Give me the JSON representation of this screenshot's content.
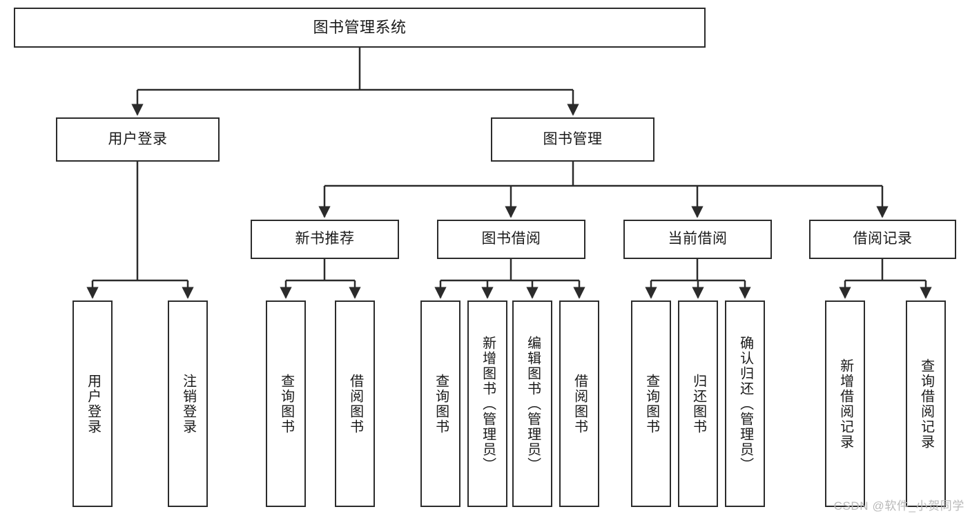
{
  "diagram": {
    "type": "tree",
    "title": "图书管理系统",
    "watermark": "CSDN @软件_小贺同学",
    "colors": {
      "stroke": "#2b2b2b",
      "fill": "#ffffff",
      "text": "#1a1a1a",
      "watermark": "#b9b9b9"
    },
    "nodes": {
      "root": {
        "label": "图书管理系统"
      },
      "level1": [
        {
          "label": "用户登录"
        },
        {
          "label": "图书管理"
        }
      ],
      "level2": [
        {
          "label": "新书推荐"
        },
        {
          "label": "图书借阅"
        },
        {
          "label": "当前借阅"
        },
        {
          "label": "借阅记录"
        }
      ],
      "leaves": {
        "user_login": [
          {
            "label": "用户登录"
          },
          {
            "label": "注销登录"
          }
        ],
        "new_book": [
          {
            "label": "查询图书"
          },
          {
            "label": "借阅图书"
          }
        ],
        "borrow_book": [
          {
            "label": "查询图书"
          },
          {
            "label": "新增图书（管理员）"
          },
          {
            "label": "编辑图书（管理员）"
          },
          {
            "label": "借阅图书"
          }
        ],
        "current_borrow": [
          {
            "label": "查询图书"
          },
          {
            "label": "归还图书"
          },
          {
            "label": "确认归还（管理员）"
          }
        ],
        "borrow_record": [
          {
            "label": "新增借阅记录"
          },
          {
            "label": "查询借阅记录"
          }
        ]
      }
    }
  }
}
